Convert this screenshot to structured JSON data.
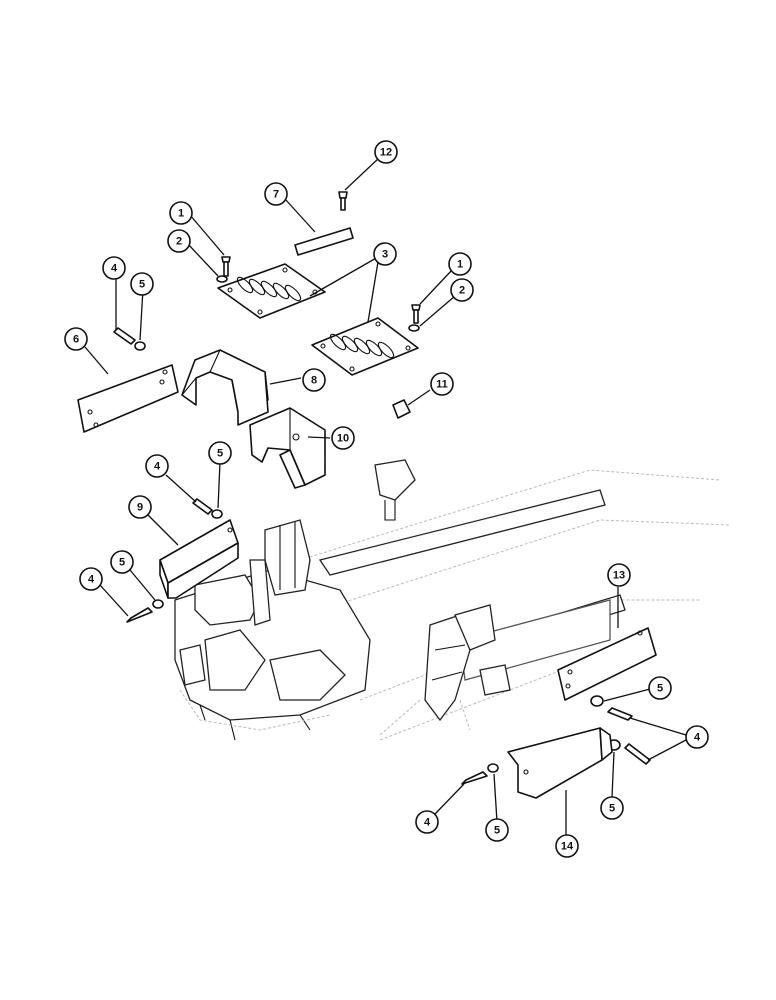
{
  "callouts": [
    {
      "label": "12"
    },
    {
      "label": "7"
    },
    {
      "label": "1"
    },
    {
      "label": "2"
    },
    {
      "label": "3"
    },
    {
      "label": "1"
    },
    {
      "label": "2"
    },
    {
      "label": "4"
    },
    {
      "label": "5"
    },
    {
      "label": "6"
    },
    {
      "label": "8"
    },
    {
      "label": "11"
    },
    {
      "label": "10"
    },
    {
      "label": "4"
    },
    {
      "label": "5"
    },
    {
      "label": "9"
    },
    {
      "label": "4"
    },
    {
      "label": "5"
    },
    {
      "label": "13"
    },
    {
      "label": "5"
    },
    {
      "label": "4"
    },
    {
      "label": "4"
    },
    {
      "label": "5"
    },
    {
      "label": "5"
    },
    {
      "label": "14"
    }
  ]
}
